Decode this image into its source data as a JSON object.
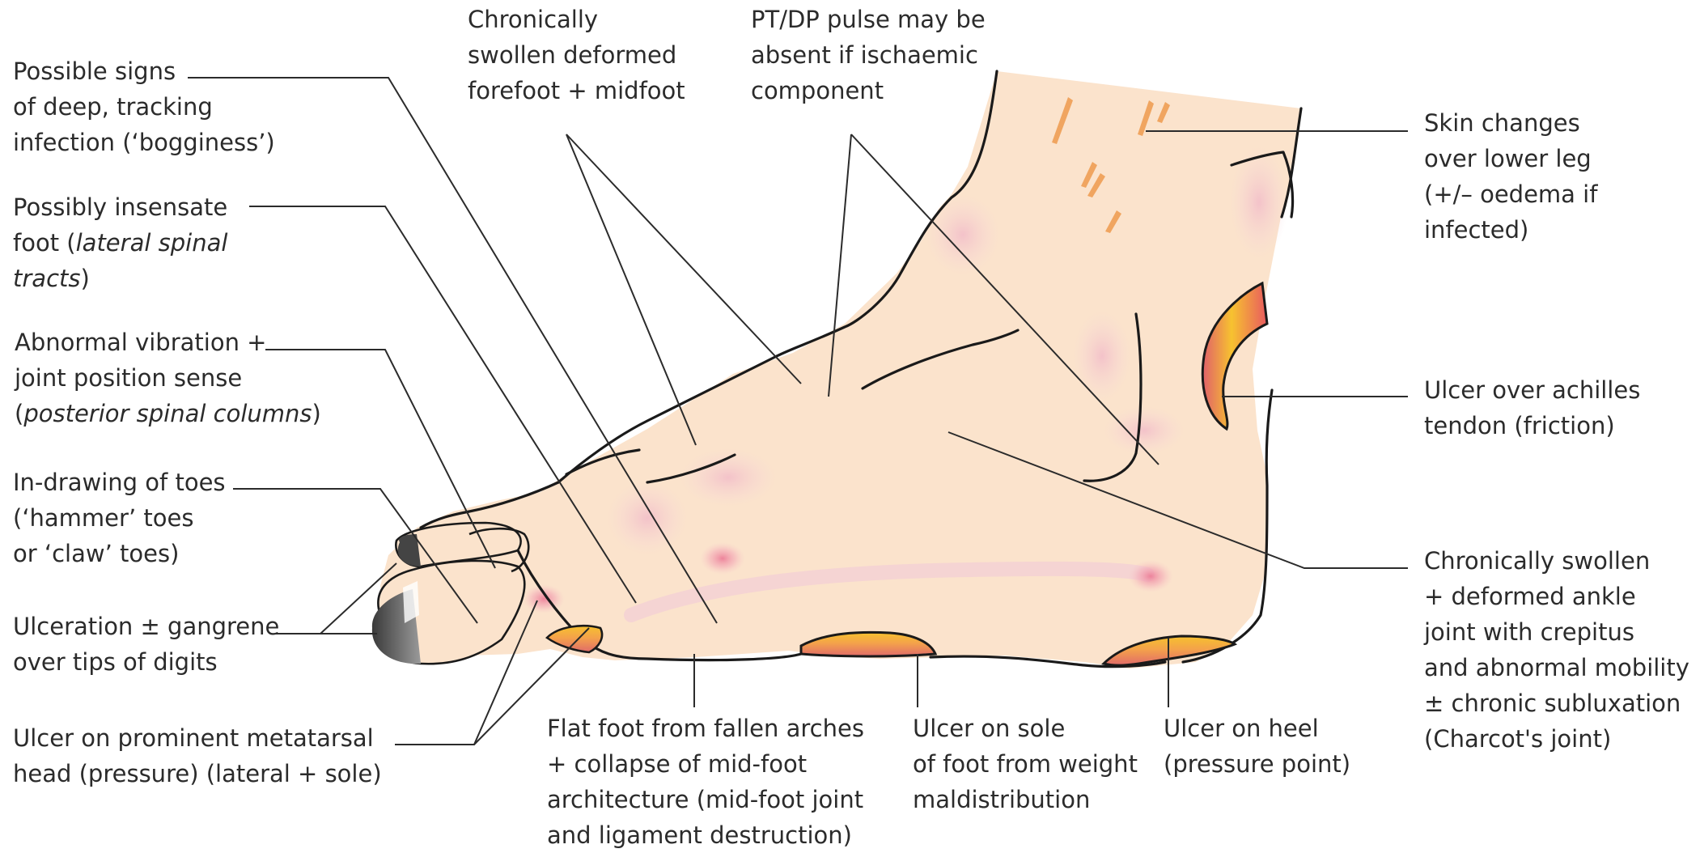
{
  "labels": {
    "deep_infection": [
      "Possible signs",
      "of deep, tracking",
      "infection (‘bogginess’)"
    ],
    "insensate": [
      "Possibly insensate",
      "foot (",
      "lateral spinal",
      "tracts",
      ")"
    ],
    "vibration": [
      "Abnormal vibration +",
      "joint position sense",
      "(",
      "posterior spinal columns",
      ")"
    ],
    "toes": [
      "In-drawing of toes",
      "(‘hammer’ toes",
      "or ‘claw’ toes)"
    ],
    "gangrene": [
      "Ulceration ± gangrene",
      "over tips of digits"
    ],
    "metatarsal": [
      "Ulcer on prominent metatarsal",
      "head (pressure) (lateral + sole)"
    ],
    "swollen_forefoot": [
      "Chronically",
      "swollen deformed",
      "forefoot + midfoot"
    ],
    "pulse": [
      "PT/DP pulse may be",
      "absent if ischaemic",
      "component"
    ],
    "flat_foot": [
      "Flat foot from fallen arches",
      "+ collapse of mid-foot",
      "architecture (mid-foot joint",
      "and ligament destruction)"
    ],
    "sole_ulcer": [
      "Ulcer on sole",
      "of foot from weight",
      "maldistribution"
    ],
    "heel_ulcer": [
      "Ulcer on heel",
      "(pressure point)"
    ],
    "skin_changes": [
      "Skin changes",
      "over lower leg",
      "(+/– oedema if",
      "infected)"
    ],
    "achilles": [
      "Ulcer over achilles",
      "tendon (friction)"
    ],
    "charcot": [
      "Chronically swollen",
      "+ deformed ankle",
      "joint with crepitus",
      "and abnormal mobility",
      "± chronic subluxation",
      "(Charcot's joint)"
    ]
  },
  "colors": {
    "skin": "#fbe3cc",
    "outline": "#1a1a1a",
    "ulcer_outer": "#d94a55",
    "ulcer_inner": "#f7c230",
    "inflamed": "#f2a0b0",
    "nail": "#3a3a3a",
    "text": "#2b2b2b"
  },
  "icons": {
    "foot": "diabetic-foot-illustration"
  }
}
